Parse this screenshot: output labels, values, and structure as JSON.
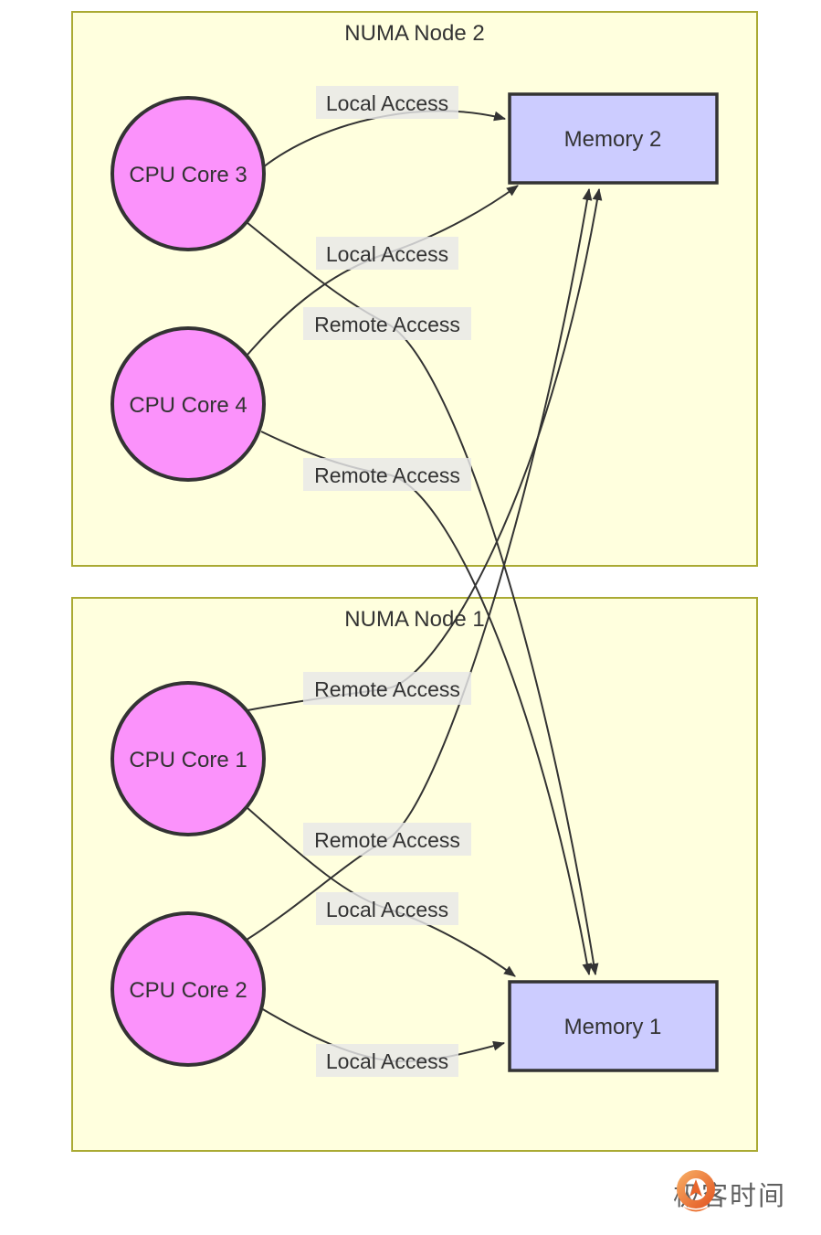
{
  "diagram": {
    "clusters": [
      {
        "id": "numa-node-2",
        "title": "NUMA Node 2"
      },
      {
        "id": "numa-node-1",
        "title": "NUMA Node 1"
      }
    ],
    "nodes": [
      {
        "id": "cpu-core-3",
        "label": "CPU Core 3",
        "shape": "circle",
        "cluster": "NUMA Node 2"
      },
      {
        "id": "cpu-core-4",
        "label": "CPU Core 4",
        "shape": "circle",
        "cluster": "NUMA Node 2"
      },
      {
        "id": "memory-2",
        "label": "Memory 2",
        "shape": "rect",
        "cluster": "NUMA Node 2"
      },
      {
        "id": "cpu-core-1",
        "label": "CPU Core 1",
        "shape": "circle",
        "cluster": "NUMA Node 1"
      },
      {
        "id": "cpu-core-2",
        "label": "CPU Core 2",
        "shape": "circle",
        "cluster": "NUMA Node 1"
      },
      {
        "id": "memory-1",
        "label": "Memory 1",
        "shape": "rect",
        "cluster": "NUMA Node 1"
      }
    ],
    "edges": [
      {
        "from": "CPU Core 3",
        "to": "Memory 2",
        "label": "Local Access"
      },
      {
        "from": "CPU Core 4",
        "to": "Memory 2",
        "label": "Local Access"
      },
      {
        "from": "CPU Core 3",
        "to": "Memory 1",
        "label": "Remote Access"
      },
      {
        "from": "CPU Core 4",
        "to": "Memory 1",
        "label": "Remote Access"
      },
      {
        "from": "CPU Core 1",
        "to": "Memory 2",
        "label": "Remote Access"
      },
      {
        "from": "CPU Core 2",
        "to": "Memory 2",
        "label": "Remote Access"
      },
      {
        "from": "CPU Core 1",
        "to": "Memory 1",
        "label": "Local Access"
      },
      {
        "from": "CPU Core 2",
        "to": "Memory 1",
        "label": "Local Access"
      }
    ],
    "colors": {
      "cluster_fill": "#ffffde",
      "cluster_border": "#aaaa33",
      "cpu_fill": "#fb92fb",
      "memory_fill": "#ccccff",
      "stroke": "#333333",
      "edge_label_bg": "#e8e8e8",
      "logo_orange": "#ee7230"
    },
    "brand": {
      "text": "极客时间"
    }
  }
}
